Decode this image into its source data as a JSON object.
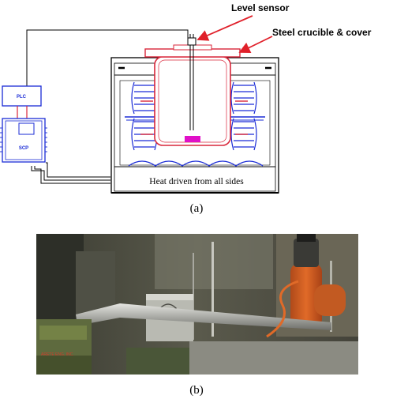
{
  "figure_a": {
    "labels": {
      "level_sensor": "Level sensor",
      "crucible": "Steel crucible & cover",
      "plc": "PLC",
      "scp": "SCP",
      "heat": "Heat driven from all sides"
    },
    "caption": "(a)"
  },
  "figure_b": {
    "caption": "(b)",
    "photo_text": "ARETE ENG. INC."
  },
  "colors": {
    "outline": "#000000",
    "heater_blue": "#1a2bd6",
    "crucible_red": "#d9263a",
    "melt_magenta": "#e010c8",
    "arrow_red": "#e0202a"
  }
}
